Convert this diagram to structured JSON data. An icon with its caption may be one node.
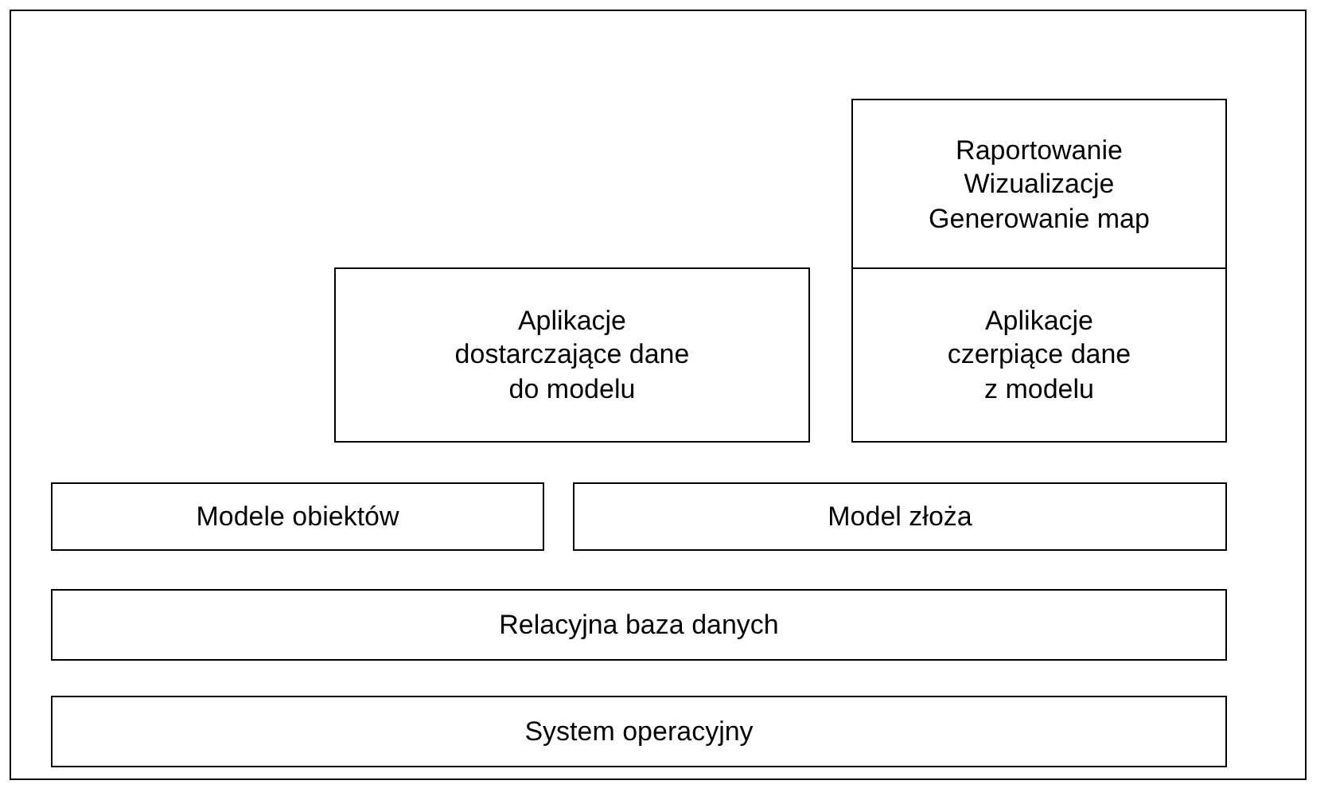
{
  "diagram": {
    "nodes": [
      {
        "text": [
          "Raportowanie",
          "Wizualizacje",
          "Generowanie map"
        ]
      },
      {
        "text": [
          "Aplikacje dostarczające dane do modelu"
        ]
      },
      {
        "text": [
          "Aplikacje czerpiące dane z modelu"
        ]
      },
      {
        "text": [
          "Modele obiektów"
        ]
      },
      {
        "text": [
          "Model złoża"
        ]
      },
      {
        "text": [
          "Relacyjna baza danych"
        ]
      },
      {
        "text": [
          "System operacyjny"
        ]
      }
    ],
    "edges": []
  }
}
